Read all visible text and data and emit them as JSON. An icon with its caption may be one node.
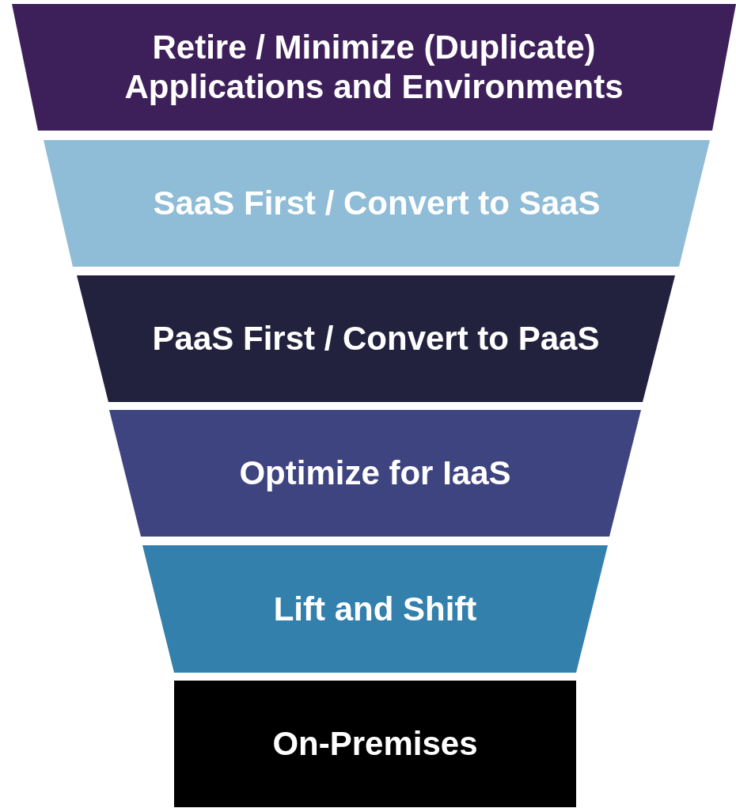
{
  "diagram": {
    "nodes": [
      {
        "text": [
          "Retire / Minimize (Duplicate) Applications and Environments"
        ]
      },
      {
        "text": [
          "SaaS First / Convert to SaaS"
        ]
      },
      {
        "text": [
          "PaaS First / Convert to PaaS"
        ]
      },
      {
        "text": [
          "Optimize for IaaS"
        ]
      },
      {
        "text": [
          "Lift and Shift"
        ]
      },
      {
        "text": [
          "On-Premises"
        ]
      }
    ]
  }
}
